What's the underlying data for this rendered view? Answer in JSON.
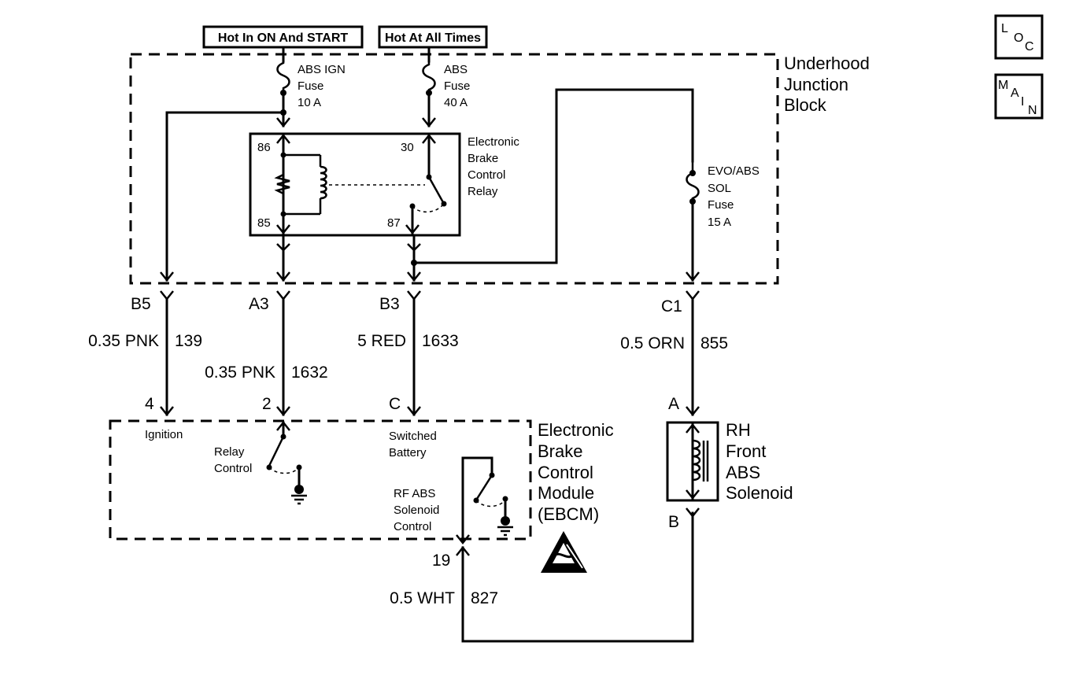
{
  "power_feeds": {
    "hot_on_start": "Hot In ON And START",
    "hot_all_times": "Hot At All Times"
  },
  "legend_icons": {
    "loc": [
      "L",
      "O",
      "C"
    ],
    "main": [
      "M",
      "A",
      "I",
      "N"
    ]
  },
  "junction_block": {
    "title": [
      "Underhood",
      "Junction",
      "Block"
    ],
    "fuse_abs_ign": [
      "ABS IGN",
      "Fuse",
      "10 A"
    ],
    "fuse_abs": [
      "ABS",
      "Fuse",
      "40 A"
    ],
    "fuse_evo": [
      "EVO/ABS",
      "SOL",
      "Fuse",
      "15 A"
    ],
    "relay": {
      "title": [
        "Electronic",
        "Brake",
        "Control",
        "Relay"
      ],
      "pins": [
        "86",
        "85",
        "30",
        "87"
      ]
    }
  },
  "connectors": {
    "b5": "B5",
    "a3": "A3",
    "b3": "B3",
    "c1": "C1"
  },
  "wires": {
    "w139": {
      "gauge_color": "0.35 PNK",
      "circuit": "139"
    },
    "w1632": {
      "gauge_color": "0.35 PNK",
      "circuit": "1632"
    },
    "w1633": {
      "gauge_color": "5 RED",
      "circuit": "1633"
    },
    "w855": {
      "gauge_color": "0.5 ORN",
      "circuit": "855"
    },
    "w827": {
      "gauge_color": "0.5 WHT",
      "circuit": "827"
    }
  },
  "ebcm": {
    "title": [
      "Electronic",
      "Brake",
      "Control",
      "Module",
      "(EBCM)"
    ],
    "pins": {
      "p4": "4",
      "p2": "2",
      "pc": "C",
      "p19": "19"
    },
    "ignition": "Ignition",
    "relay_control": [
      "Relay",
      "Control"
    ],
    "switched_battery": [
      "Switched",
      "Battery"
    ],
    "rf_solenoid_control": [
      "RF ABS",
      "Solenoid",
      "Control"
    ],
    "esd_icon": "esd-warning-icon"
  },
  "solenoid": {
    "title": [
      "RH",
      "Front",
      "ABS",
      "Solenoid"
    ],
    "pin_a": "A",
    "pin_b": "B"
  }
}
